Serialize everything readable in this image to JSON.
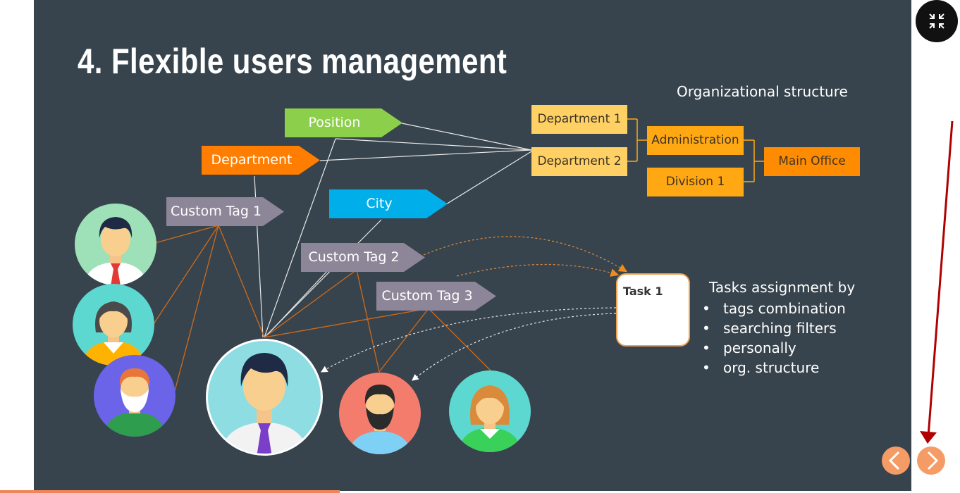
{
  "slide": {
    "title": "4. Flexible users management",
    "org_structure_title": "Organizational structure",
    "tags": {
      "position": "Position",
      "department": "Department",
      "custom_tag_1": "Custom Tag 1",
      "city": "City",
      "custom_tag_2": "Custom Tag 2",
      "custom_tag_3": "Custom Tag 3"
    },
    "org": {
      "department_1": "Department 1",
      "department_2": "Department  2",
      "administration": "Administration",
      "division_1": "Division 1",
      "main_office": "Main Office"
    },
    "task": {
      "label": "Task 1"
    },
    "tasks_assignment": {
      "heading": "Tasks assignment by",
      "items": [
        "tags combination",
        "searching filters",
        "personally",
        "org. structure"
      ]
    }
  },
  "colors": {
    "slide_background": "#37444d",
    "position_tag": "#8bcf4a",
    "department_tag": "#ff7d00",
    "custom_tag": "#8d8699",
    "city_tag": "#00aee9",
    "department_box": "#ffd165",
    "administration_box": "#ffa814",
    "main_office_box": "#ff8c00",
    "nav_button": "#f59b66",
    "red_arrow": "#b00000"
  },
  "icons": {
    "fullscreen": "collapse-fullscreen-icon",
    "prev": "chevron-left-icon",
    "next": "chevron-right-icon"
  }
}
